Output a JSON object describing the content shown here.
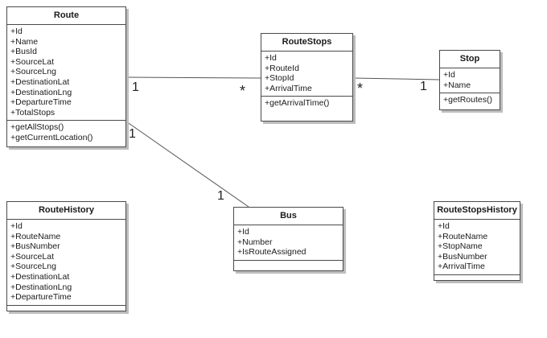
{
  "classes": {
    "route": {
      "name": "Route",
      "attributes": [
        "+Id",
        "+Name",
        "+BusId",
        "+SourceLat",
        "+SourceLng",
        "+DestinationLat",
        "+DestinationLng",
        "+DepartureTime",
        "+TotalStops"
      ],
      "operations": [
        "+getAllStops()",
        "+getCurrentLocation()"
      ]
    },
    "route_stops": {
      "name": "RouteStops",
      "attributes": [
        "+Id",
        "+RouteId",
        "+StopId",
        "+ArrivalTime"
      ],
      "operations": [
        "+getArrivalTime()"
      ]
    },
    "stop": {
      "name": "Stop",
      "attributes": [
        "+Id",
        "+Name"
      ],
      "operations": [
        "+getRoutes()"
      ]
    },
    "bus": {
      "name": "Bus",
      "attributes": [
        "+Id",
        "+Number",
        "+IsRouteAssigned"
      ],
      "operations": []
    },
    "route_history": {
      "name": "RouteHistory",
      "attributes": [
        "+Id",
        "+RouteName",
        "+BusNumber",
        "+SourceLat",
        "+SourceLng",
        "+DestinationLat",
        "+DestinationLng",
        "+DepartureTime"
      ],
      "operations": []
    },
    "route_stops_history": {
      "name": "RouteStopsHistory",
      "attributes": [
        "+Id",
        "+RouteName",
        "+StopName",
        "+BusNumber",
        "+ArrivalTime"
      ],
      "operations": []
    }
  },
  "associations": [
    {
      "from": "route",
      "to": "route_stops",
      "from_mult": "1",
      "to_mult": "*"
    },
    {
      "from": "route_stops",
      "to": "stop",
      "from_mult": "*",
      "to_mult": "1"
    },
    {
      "from": "route",
      "to": "bus",
      "from_mult": "1",
      "to_mult": "1"
    }
  ],
  "colors": {
    "border": "#4a4a4a",
    "shadow": "#bdbdbd",
    "line": "#555555"
  }
}
